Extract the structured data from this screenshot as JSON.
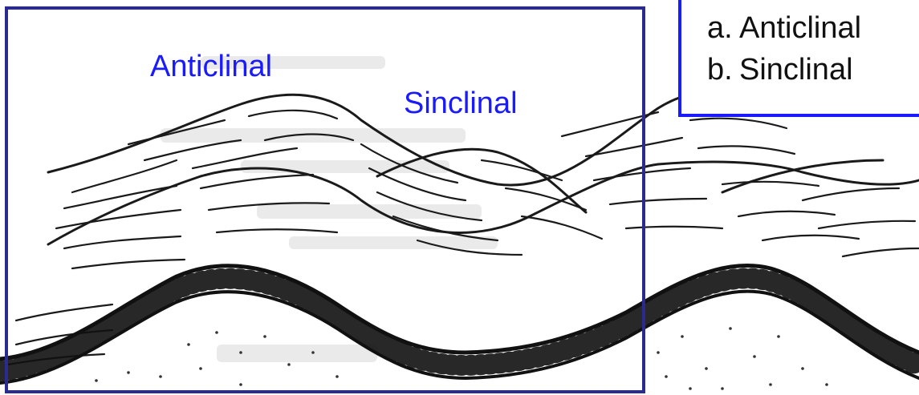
{
  "labels": {
    "anticlinal": "Anticlinal",
    "sinclinal": "Sinclinal"
  },
  "legend": {
    "items": [
      {
        "marker": "a.",
        "text": "Anticlinal"
      },
      {
        "marker": "b.",
        "text": "Sinclinal"
      }
    ]
  },
  "colors": {
    "frame": "#2b2b8f",
    "label_text": "#1a1aff",
    "legend_border": "#1a1aff",
    "ink": "#111111"
  }
}
